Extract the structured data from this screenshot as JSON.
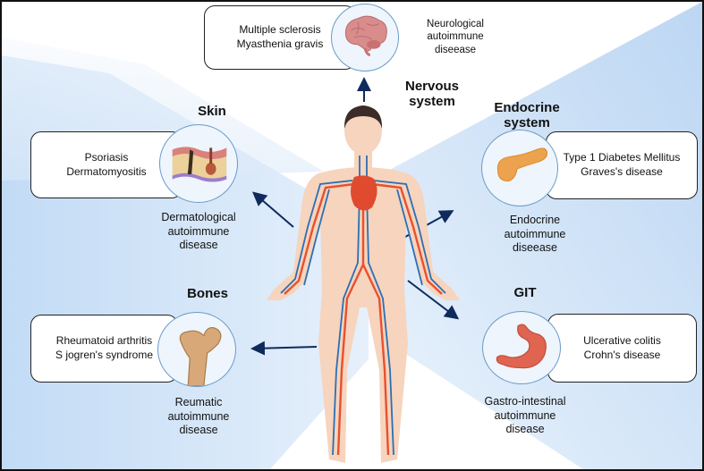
{
  "figure": {
    "subject": "Autoimmune diseases by body system",
    "colors": {
      "background_wedge": "#c5dcf5",
      "arrow": "#0f2a5c",
      "box_border": "#222222",
      "circle_border": "#6a9bc9",
      "circle_fill": "#eef5fc",
      "artery": "#e8502f",
      "vein": "#2d6fb3",
      "skin": "#f6d4bd"
    }
  },
  "systems": {
    "nervous": {
      "title": [
        "Nervous",
        "system"
      ],
      "diseases": [
        "Multiple sclerosis",
        "Myasthenia gravis"
      ],
      "caption": [
        "Neurological",
        "autoimmune",
        "diseease"
      ],
      "icon": "brain-icon"
    },
    "skin": {
      "title": [
        "Skin"
      ],
      "diseases": [
        "Psoriasis",
        "Dermatomyositis"
      ],
      "caption": [
        "Dermatological",
        "autoimmune",
        "disease"
      ],
      "icon": "skin-layers-icon"
    },
    "endocrine": {
      "title": [
        "Endocrine",
        "system"
      ],
      "diseases": [
        "Type 1 Diabetes Mellitus",
        "Graves's disease"
      ],
      "caption": [
        "Endocrine",
        "autoimmune",
        "diseease"
      ],
      "icon": "pancreas-icon"
    },
    "bones": {
      "title": [
        "Bones"
      ],
      "diseases": [
        "Rheumatoid arthritis",
        "S jogren's syndrome"
      ],
      "caption": [
        "Reumatic",
        "autoimmune",
        "disease"
      ],
      "icon": "femur-bone-icon"
    },
    "git": {
      "title": [
        "GIT"
      ],
      "diseases": [
        "Ulcerative colitis",
        "Crohn's disease"
      ],
      "caption": [
        "Gastro-intestinal",
        "autoimmune",
        "disease"
      ],
      "icon": "stomach-icon"
    }
  },
  "center": {
    "figure": "human-circulatory-system-figure"
  }
}
